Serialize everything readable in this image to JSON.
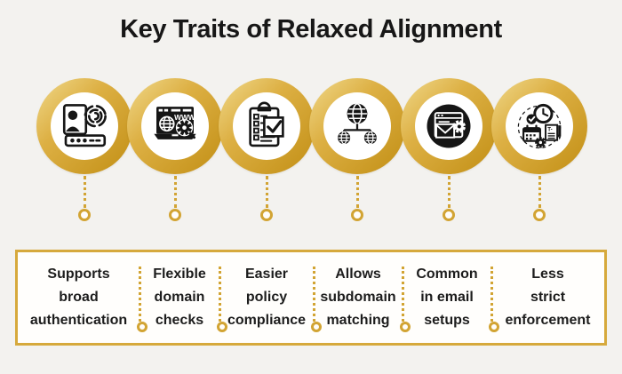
{
  "title": "Key Traits of Relaxed Alignment",
  "colors": {
    "gold_accent": "#d2a433",
    "gold_ring_dark": "#c28f15",
    "gold_ring_light": "#f0d98b",
    "box_border": "#d6a93c",
    "background": "#f3f2ef",
    "text": "#1d1d1d",
    "icon": "#151515"
  },
  "traits": [
    {
      "icon": "id-card-fingerprint-password-icon",
      "label_lines": [
        "Supports",
        "broad",
        "authentication"
      ]
    },
    {
      "icon": "browser-www-globe-gear-icon",
      "label_lines": [
        "Flexible",
        "domain",
        "checks"
      ]
    },
    {
      "icon": "clipboard-checklist-icon",
      "label_lines": [
        "Easier",
        "policy",
        "compliance"
      ]
    },
    {
      "icon": "globe-subdomain-network-icon",
      "label_lines": [
        "Allows",
        "subdomain",
        "matching"
      ]
    },
    {
      "icon": "email-window-gear-icon",
      "label_lines": [
        "Common",
        "in email",
        "setups"
      ]
    },
    {
      "icon": "clock-calendar-document-icon",
      "label_lines": [
        "Less",
        "strict",
        "enforcement"
      ]
    }
  ]
}
